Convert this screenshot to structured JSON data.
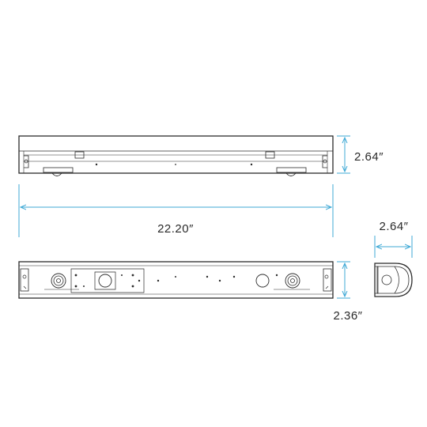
{
  "colors": {
    "dimension": "#3fa9d6",
    "outline": "#2b2b2b",
    "background": "#ffffff"
  },
  "dimensions": {
    "front_height": "2.64″",
    "length": "22.20″",
    "end_width": "2.64″",
    "bottom_height": "2.36″"
  }
}
